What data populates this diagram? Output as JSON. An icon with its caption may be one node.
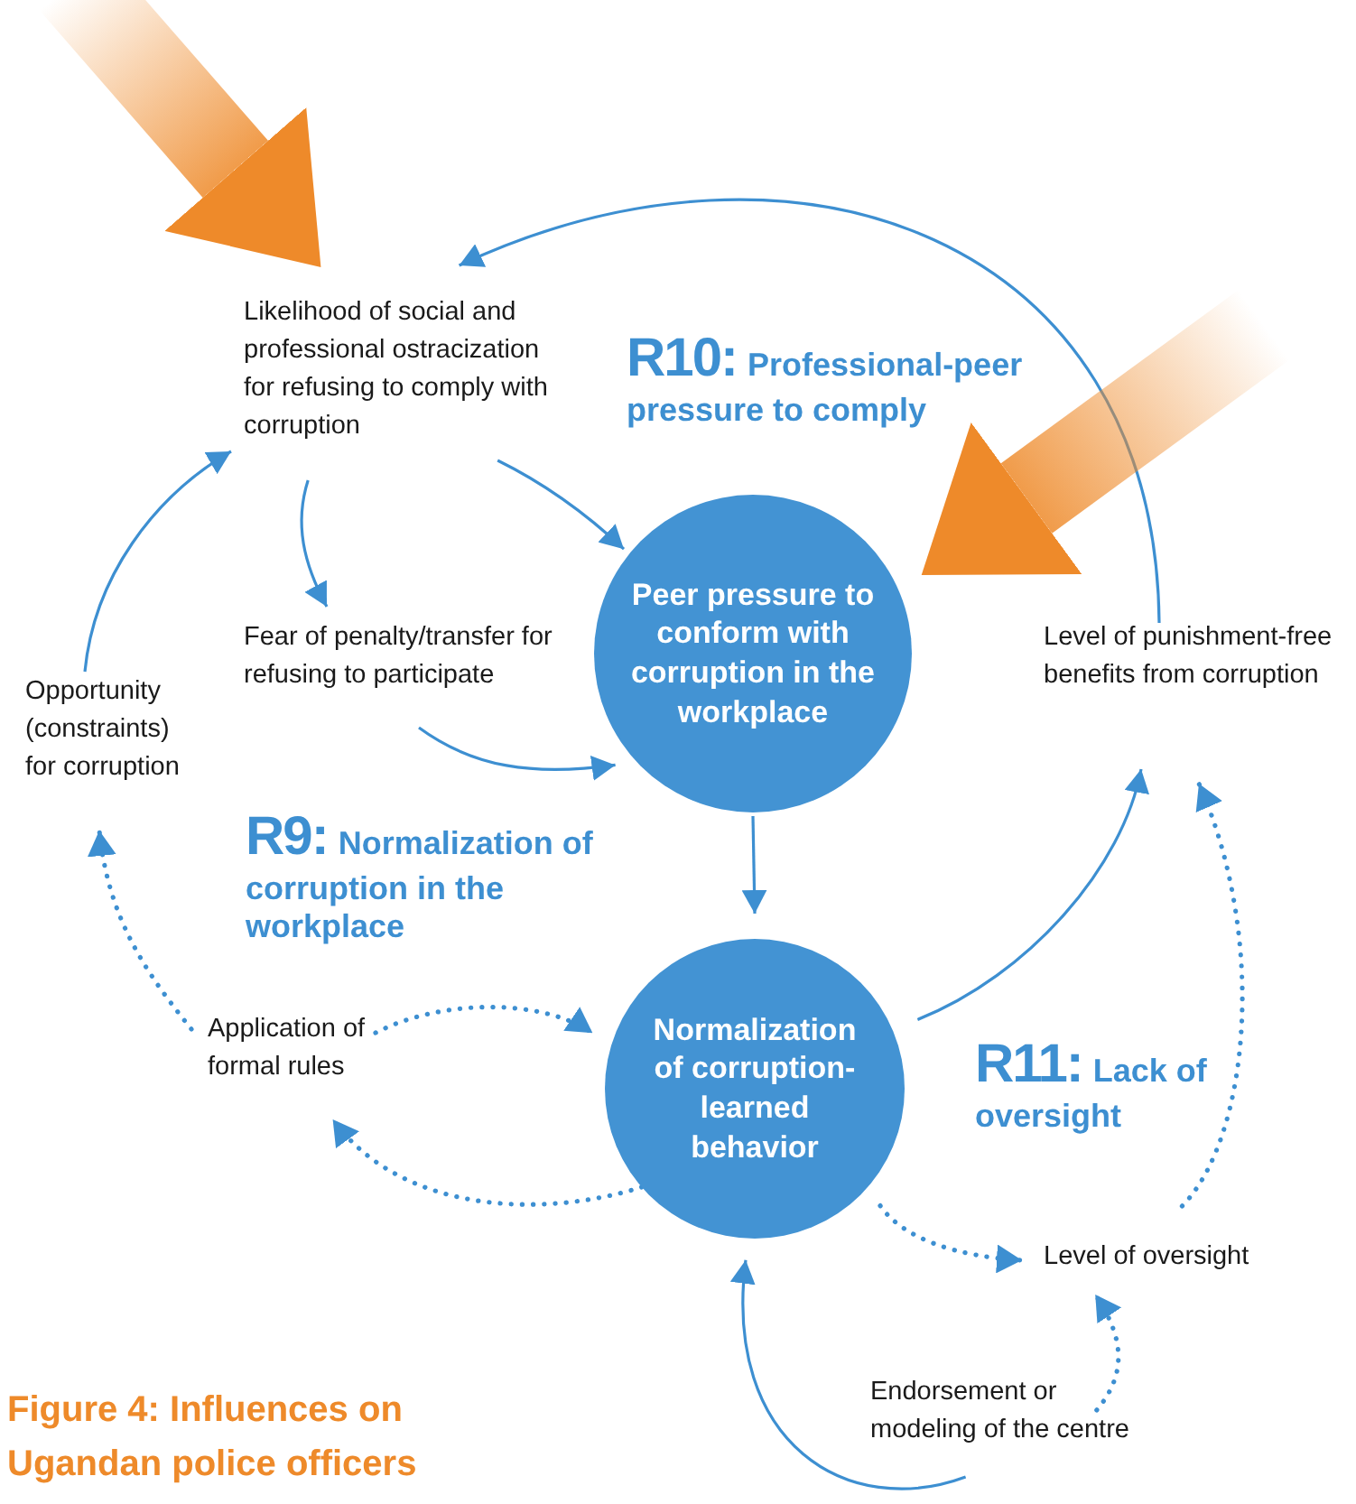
{
  "diagram": {
    "caption": "Figure 4: Influences on Ugandan police officers",
    "nodes": [
      {
        "text": [
          "Likelihood of social and professional ostracization for refusing to comply with corruption"
        ]
      },
      {
        "text": [
          "Fear of penalty/transfer for refusing to participate"
        ]
      },
      {
        "text": [
          "Opportunity (constraints) for corruption"
        ]
      },
      {
        "text": [
          "Peer pressure to conform with corruption in the workplace"
        ]
      },
      {
        "text": [
          "Level of punishment-free benefits from corruption"
        ]
      },
      {
        "text": [
          "Application of formal rules"
        ]
      },
      {
        "text": [
          "Normalization of corruption-learned behavior"
        ]
      },
      {
        "text": [
          "Level of oversight"
        ]
      },
      {
        "text": [
          "Endorsement or modeling of the centre"
        ]
      }
    ],
    "edges": [
      {
        "from": 4,
        "to": 0,
        "arrow": "to"
      },
      {
        "from": 0,
        "to": 3,
        "arrow": "to"
      },
      {
        "from": 0,
        "to": 1,
        "arrow": "to"
      },
      {
        "from": 1,
        "to": 3,
        "arrow": "to"
      },
      {
        "from": 2,
        "to": 0,
        "arrow": "to"
      },
      {
        "from": 3,
        "to": 6,
        "arrow": "to"
      },
      {
        "from": 6,
        "to": 4,
        "arrow": "to"
      },
      {
        "from": 5,
        "to": 2,
        "arrow": "to",
        "style": "dashed"
      },
      {
        "from": 5,
        "to": 6,
        "arrow": "to",
        "style": "dashed"
      },
      {
        "from": 6,
        "to": 5,
        "arrow": "to",
        "style": "dashed"
      },
      {
        "from": 6,
        "to": 7,
        "arrow": "to",
        "style": "dashed"
      },
      {
        "from": 7,
        "to": 4,
        "arrow": "to",
        "style": "dashed"
      },
      {
        "from": 8,
        "to": 7,
        "arrow": "to",
        "style": "dashed"
      },
      {
        "from": 8,
        "to": 6,
        "arrow": "to"
      },
      {
        "from": null,
        "to": 0,
        "arrow": "to",
        "style": "thick",
        "color": "#ee8a2a"
      },
      {
        "from": null,
        "to": 3,
        "arrow": "to",
        "style": "thick",
        "color": "#ee8a2a"
      }
    ],
    "labels": [
      "R10:",
      "Professional-peer pressure to comply",
      "R9:",
      "Normalization of corruption in the workplace",
      "R11:",
      "Lack of oversight"
    ]
  }
}
